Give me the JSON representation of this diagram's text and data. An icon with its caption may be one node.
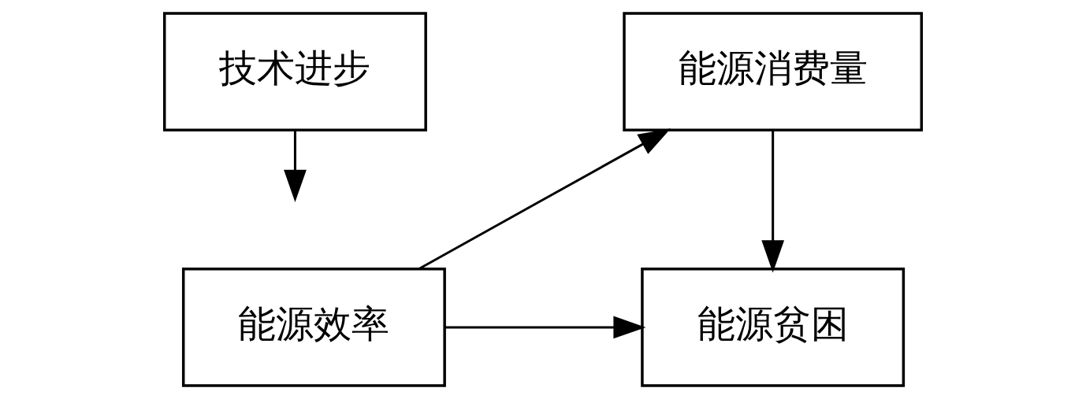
{
  "diagram": {
    "nodes": [
      {
        "text": [
          "技术进步"
        ]
      },
      {
        "text": [
          "能源消费量"
        ]
      },
      {
        "text": [
          "能源效率"
        ]
      },
      {
        "text": [
          "能源贫困"
        ]
      }
    ],
    "edges": [
      {
        "from": 0,
        "to": null,
        "arrow": "to"
      },
      {
        "from": 2,
        "to": 1,
        "arrow": "to"
      },
      {
        "from": 1,
        "to": 3,
        "arrow": "to"
      },
      {
        "from": 2,
        "to": 3,
        "arrow": "to"
      }
    ]
  }
}
